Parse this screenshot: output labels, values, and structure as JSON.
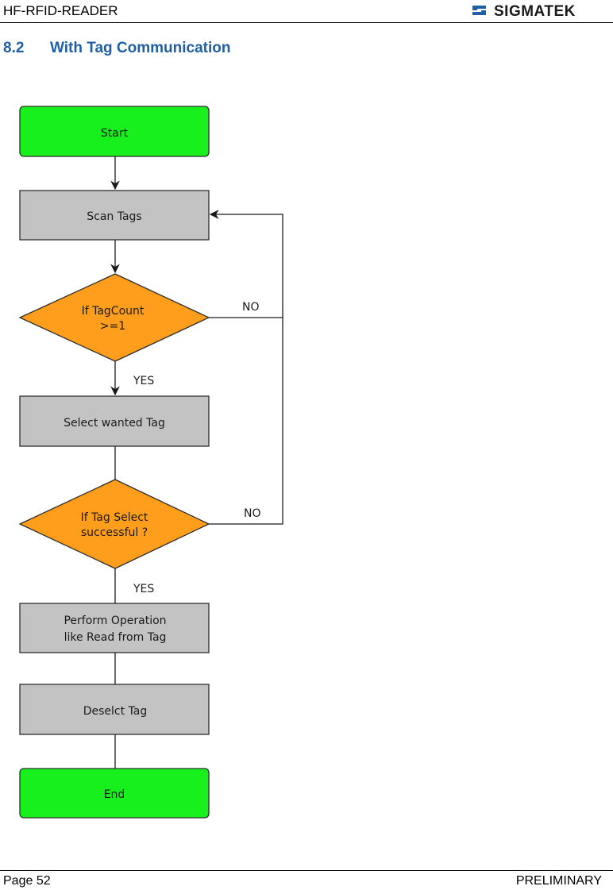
{
  "header": {
    "document_name": "HF-RFID-READER",
    "brand": "SIGMATEK",
    "brand_color": "#1f5fa6"
  },
  "section": {
    "number": "8.2",
    "title": "With Tag Communication",
    "color": "#1f5fa6"
  },
  "flowchart": {
    "nodes": {
      "start": {
        "shape": "rounded-rectangle",
        "color": "#18f01e",
        "lines": [
          "Start"
        ]
      },
      "scan_tags": {
        "shape": "rectangle",
        "color": "#c3c3c3",
        "lines": [
          "Scan Tags"
        ]
      },
      "check_count": {
        "shape": "diamond",
        "color": "#ff9e1c",
        "lines": [
          "If TagCount",
          ">=1"
        ]
      },
      "select_tag": {
        "shape": "rectangle",
        "color": "#c3c3c3",
        "lines": [
          "Select wanted Tag"
        ]
      },
      "check_select": {
        "shape": "diamond",
        "color": "#ff9e1c",
        "lines": [
          "If Tag Select",
          "successful ?"
        ]
      },
      "perform_operation": {
        "shape": "rectangle",
        "color": "#c3c3c3",
        "lines": [
          "Perform Operation",
          "like Read from Tag"
        ]
      },
      "deselect_tag": {
        "shape": "rectangle",
        "color": "#c3c3c3",
        "lines": [
          "Deselct Tag"
        ]
      },
      "end": {
        "shape": "rounded-rectangle",
        "color": "#18f01e",
        "lines": [
          "End"
        ]
      }
    },
    "edges": [
      {
        "from": "start",
        "to": "scan_tags",
        "label": ""
      },
      {
        "from": "scan_tags",
        "to": "check_count",
        "label": ""
      },
      {
        "from": "check_count",
        "to": "select_tag",
        "label": "YES"
      },
      {
        "from": "check_count",
        "to": "scan_tags",
        "label": "NO"
      },
      {
        "from": "select_tag",
        "to": "check_select",
        "label": ""
      },
      {
        "from": "check_select",
        "to": "scan_tags",
        "label": "NO"
      },
      {
        "from": "check_select",
        "to": "perform_operation",
        "label": "YES"
      },
      {
        "from": "perform_operation",
        "to": "deselect_tag",
        "label": ""
      },
      {
        "from": "deselect_tag",
        "to": "end",
        "label": ""
      }
    ]
  },
  "footer": {
    "page": "Page 52",
    "status": "PRELIMINARY"
  }
}
